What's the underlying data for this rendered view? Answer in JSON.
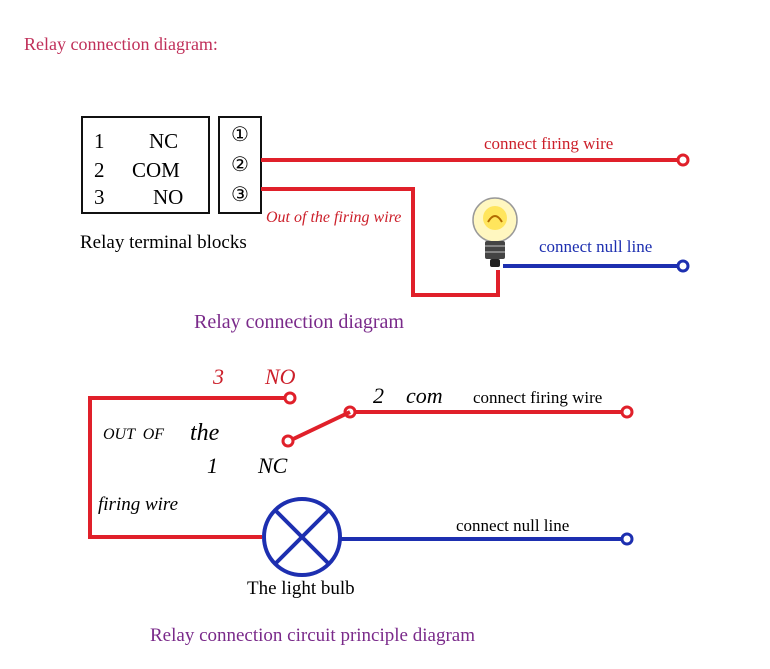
{
  "header": {
    "title": "Relay connection diagram:"
  },
  "terminal_block": {
    "rows": [
      {
        "num": "1",
        "label": "NC",
        "marker": "①"
      },
      {
        "num": "2",
        "label": "COM",
        "marker": "②"
      },
      {
        "num": "3",
        "label": "NO",
        "marker": "③"
      }
    ],
    "caption": "Relay terminal blocks"
  },
  "top_diagram": {
    "connect_firing_wire": "connect firing wire",
    "out_of_firing_wire": "Out of the firing wire",
    "connect_null_line": "connect null line",
    "caption": "Relay connection diagram"
  },
  "bottom_diagram": {
    "no_num": "3",
    "no_label": "NO",
    "com_num": "2",
    "com_label": "com",
    "connect_firing_wire": "connect firing wire",
    "out_of": "OUT  OF",
    "the": "the",
    "nc_num": "1",
    "nc_label": "NC",
    "firing_wire": "firing wire",
    "connect_null_line": "connect null line",
    "bulb_label": "The light bulb",
    "caption": "Relay connection circuit principle diagram"
  },
  "colors": {
    "wire_live": "#e0202a",
    "wire_neutral": "#1d2fb0",
    "caption": "#7a2a8a",
    "label_red": "#cc1f2a",
    "header": "#c0305a"
  }
}
